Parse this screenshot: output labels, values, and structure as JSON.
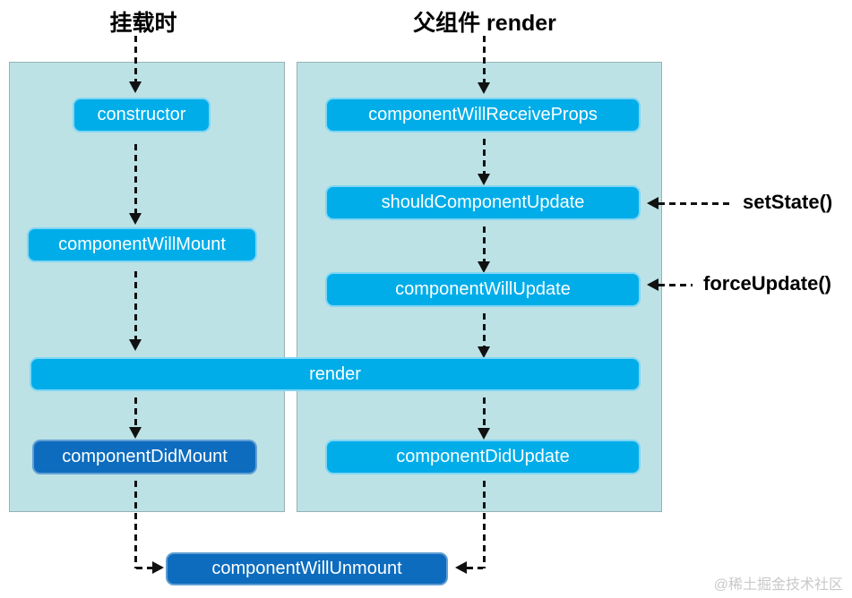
{
  "titles": {
    "mounting": "挂载时",
    "parent_render": "父组件 render"
  },
  "mounting_panel": {
    "ctor": "constructor",
    "component_will_mount": "componentWillMount",
    "component_did_mount": "componentDidMount"
  },
  "updating_panel": {
    "component_will_receive_props": "componentWillReceiveProps",
    "should_component_update": "shouldComponentUpdate",
    "component_will_update": "componentWillUpdate",
    "component_did_update": "componentDidUpdate"
  },
  "shared": {
    "render_label": "render",
    "component_will_unmount": "componentWillUnmount"
  },
  "annotations": {
    "set_state": "setState()",
    "force_update": "forceUpdate()"
  },
  "watermark": "@稀土掘金技术社区",
  "colors": {
    "box_blue": "#00ade9",
    "box_dark_blue": "#0d6cbe",
    "panel_bg": "#bce2e5",
    "panel_border": "#96b2b6",
    "arrow": "#111111",
    "watermark_gray": "#c9c9c9"
  }
}
